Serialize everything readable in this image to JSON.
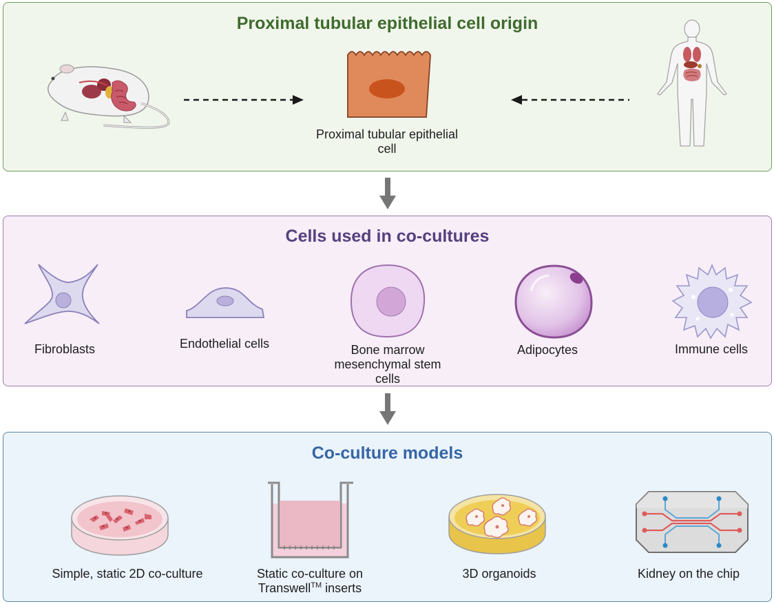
{
  "panels": {
    "origin": {
      "title": "Proximal tubular epithelial cell origin",
      "cell_label": "Proximal tubular epithelial cell",
      "icons": [
        "mouse-anatomy-icon",
        "epithelial-cell-icon",
        "human-anatomy-icon"
      ]
    },
    "cells": {
      "title": "Cells used in co-cultures",
      "items": [
        {
          "label": "Fibroblasts",
          "icon": "fibroblast-icon"
        },
        {
          "label": "Endothelial cells",
          "icon": "endothelial-cell-icon"
        },
        {
          "label": "Bone marrow mesenchymal stem cells",
          "icon": "stem-cell-icon"
        },
        {
          "label": "Adipocytes",
          "icon": "adipocyte-icon"
        },
        {
          "label": "Immune cells",
          "icon": "immune-cell-icon"
        }
      ]
    },
    "models": {
      "title": "Co-culture models",
      "items": [
        {
          "label": "Simple, static 2D co-culture",
          "icon": "petri-dish-2d-icon"
        },
        {
          "label_main": "Static co-culture on Transwell",
          "label_sup": "TM",
          "label_tail": " inserts",
          "icon": "transwell-insert-icon"
        },
        {
          "label": "3D organoids",
          "icon": "organoid-dish-icon"
        },
        {
          "label": "Kidney on the chip",
          "icon": "kidney-chip-icon"
        }
      ]
    }
  },
  "colors": {
    "origin_accent": "#3f6b2e",
    "cells_accent": "#56407d",
    "models_accent": "#3566a5",
    "epithelial_cell": "#e08a5c",
    "flow_arrow": "#767676"
  }
}
